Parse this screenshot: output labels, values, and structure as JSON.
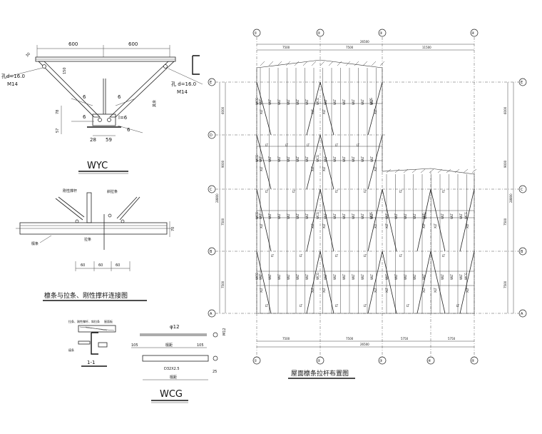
{
  "wyc": {
    "dim_left": "600",
    "dim_right": "600",
    "hole_left": "孔d=16.0",
    "bolt_left": "M14",
    "hole_right": "孔 d=16.0",
    "bolt_right": "M14",
    "weld_6a": "6",
    "weld_6b": "6",
    "weld_6c": "6",
    "weld_6d": "6",
    "weld_l6": "l=6",
    "dim_28": "28",
    "dim_59": "59",
    "dim_57": "57",
    "dim_78": "78",
    "dim_150": "150",
    "dim_30": "30",
    "side_label": "其余",
    "title": "WYC"
  },
  "connection": {
    "label_rigid": "刚性撑杆",
    "label_diag": "斜拉条",
    "label_purlin": "檩条",
    "label_tie": "拉条",
    "dim_60a": "60",
    "dim_60b": "60",
    "dim_60c": "60",
    "dim_70": "70",
    "caption": "檩条与拉条、刚性撑杆连接图"
  },
  "section": {
    "note": "拉条、刚性撑杆、斜拉条",
    "label_roof": "屋面板",
    "label_purlin": "檩条",
    "title": "1-1"
  },
  "wcg": {
    "phi": "φ12",
    "m12": "M12",
    "dim_105a": "105",
    "dim_105b": "105",
    "mid_label": "檩距",
    "pipe": "D32X2.5",
    "dim_25": "25",
    "bottom_label": "檩距",
    "title": "WCG"
  },
  "plan": {
    "axes_top": [
      "①",
      "②",
      "③",
      "④"
    ],
    "axes_bottom": [
      "①",
      "②",
      "③",
      "④",
      "⑤"
    ],
    "axes_rows": [
      "E",
      "D",
      "C",
      "B",
      "A"
    ],
    "top_dims": [
      "7500",
      "7500",
      "11500"
    ],
    "top_total": "26500",
    "bottom_dims": [
      "7500",
      "7500",
      "5750",
      "5750"
    ],
    "bottom_total": "26500",
    "left_dims": [
      "6000",
      "9000",
      "7500",
      "7500"
    ],
    "left_total": "28800",
    "right_dims": [
      "6000",
      "9000",
      "7500",
      "7500"
    ],
    "right_total": "28800",
    "member_wlt": "WLT",
    "member_wcg": "WCG",
    "member_lt": "LT",
    "member_xlt": "XLT",
    "caption": "屋面檩条拉杆布置图"
  }
}
